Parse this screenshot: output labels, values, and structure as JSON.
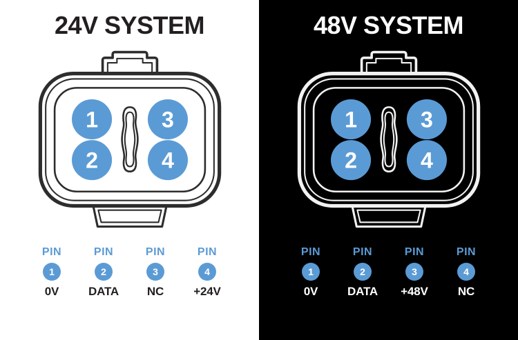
{
  "labels": {
    "pin": "PIN"
  },
  "colors": {
    "accent_blue": "#5b9bd5",
    "light_panel_background": "#ffffff",
    "dark_panel_background": "#000000",
    "dark_text": "#231f20",
    "light_text": "#ffffff"
  },
  "panels": [
    {
      "title": "24V SYSTEM",
      "theme": "light",
      "pins": [
        {
          "number": "1",
          "value": "0V"
        },
        {
          "number": "2",
          "value": "DATA"
        },
        {
          "number": "3",
          "value": "NC"
        },
        {
          "number": "4",
          "value": "+24V"
        }
      ]
    },
    {
      "title": "48V SYSTEM",
      "theme": "dark",
      "pins": [
        {
          "number": "1",
          "value": "0V"
        },
        {
          "number": "2",
          "value": "DATA"
        },
        {
          "number": "3",
          "value": "+48V"
        },
        {
          "number": "4",
          "value": "NC"
        }
      ]
    }
  ]
}
